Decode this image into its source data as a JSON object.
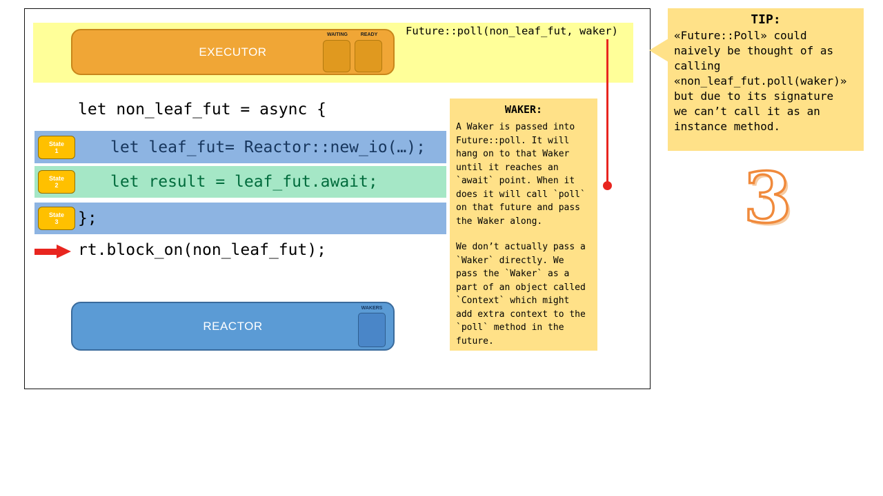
{
  "executor": {
    "label": "EXECUTOR",
    "waiting_label": "WAITING",
    "ready_label": "READY"
  },
  "reactor": {
    "label": "REACTOR",
    "wakers_label": "WAKERS"
  },
  "poll_text": "Future::poll(non_leaf_fut, waker)",
  "code": {
    "line1": "let non_leaf_fut = async {",
    "states": [
      {
        "badge_top": "State",
        "badge_num": "1",
        "text": "let leaf_fut= Reactor::new_io(…);"
      },
      {
        "badge_top": "State",
        "badge_num": "2",
        "text": "let result = leaf_fut.await;"
      },
      {
        "badge_top": "State",
        "badge_num": "3",
        "text": "};"
      }
    ],
    "block_on": "rt.block_on(non_leaf_fut);"
  },
  "waker_panel": {
    "title": "WAKER:",
    "para1": "A Waker is passed into\nFuture::poll. It will\nhang on to that Waker\nuntil it reaches an\n`await` point. When it\ndoes it will call `poll`\non that future and pass\nthe Waker along.",
    "para2": "We don’t actually pass a\n`Waker` directly. We\npass the `Waker` as a\npart of an object called\n`Context` which might\nadd extra context to the\n`poll` method in the\nfuture."
  },
  "tip": {
    "title": "TIP:",
    "body": "«Future::Poll» could\nnaively be thought of as\ncalling\n«non_leaf_fut.poll(waker)»\nbut due to its signature\nwe can’t call it as an\ninstance method."
  },
  "page_number": "3",
  "colors": {
    "banner": "#FFFF99",
    "executor": "#F0A636",
    "reactor": "#5B9BD5",
    "state_badge": "#FFC000",
    "blue_row": "#8DB4E2",
    "green_row": "#A5E7C6",
    "note_panel": "#FFE188",
    "red_accent": "#E8251F",
    "number_outline": "#F08A3C"
  }
}
